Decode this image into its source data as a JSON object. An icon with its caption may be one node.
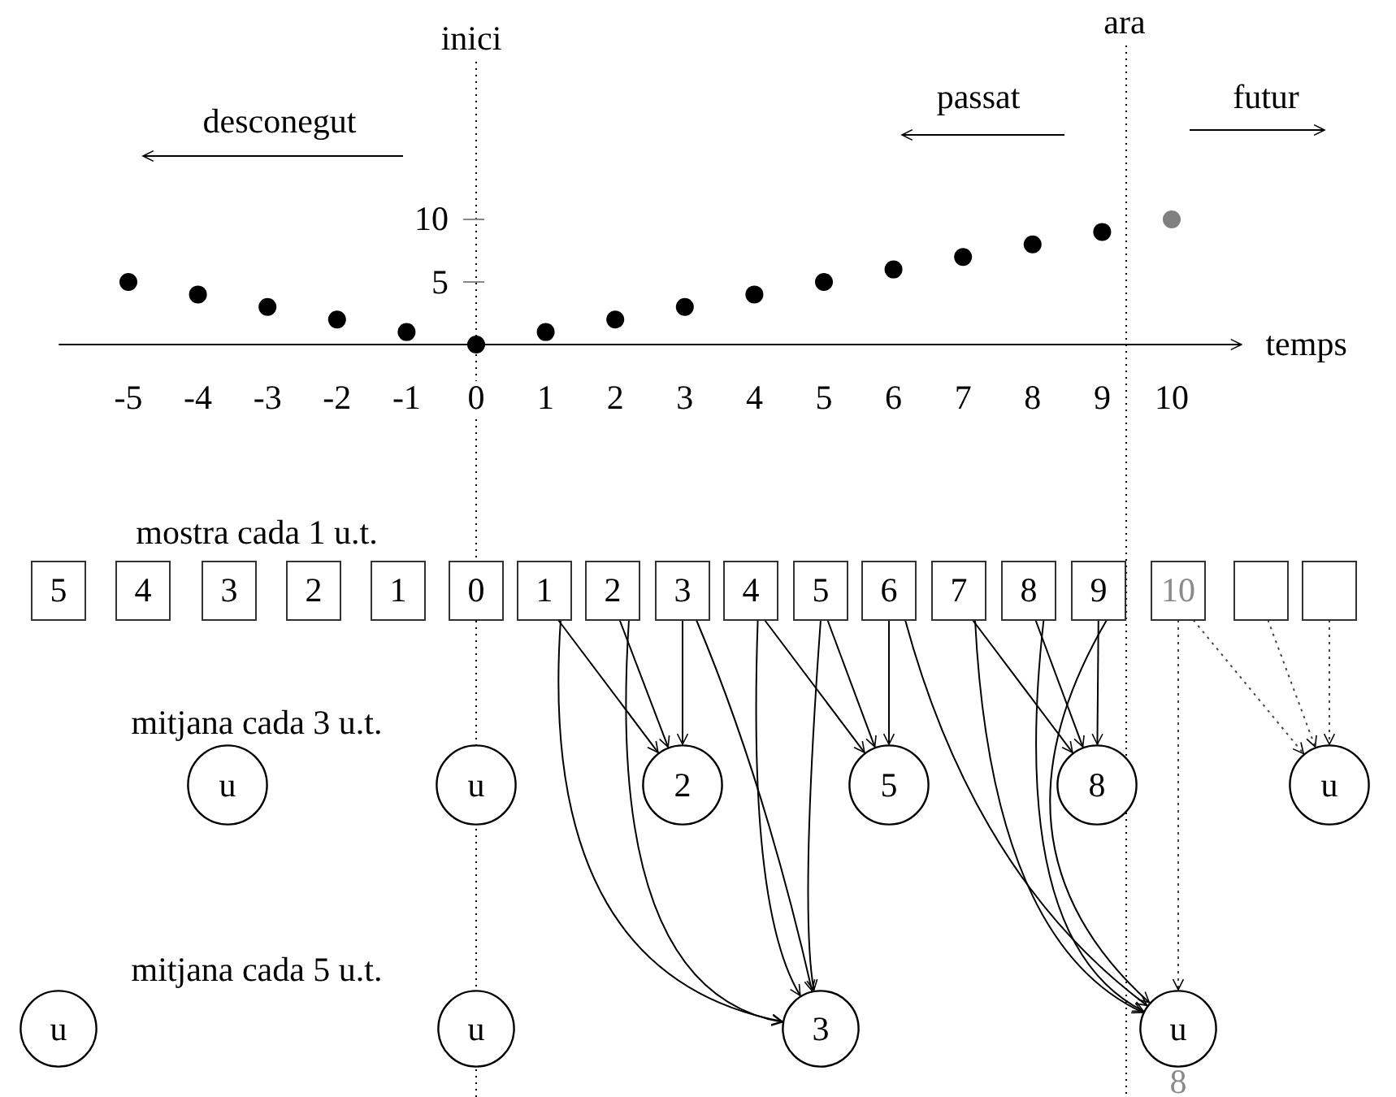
{
  "diagram": {
    "nodes": [
      {
        "text": [
          "5"
        ]
      },
      {
        "text": [
          "4"
        ]
      },
      {
        "text": [
          "3"
        ]
      },
      {
        "text": [
          "2"
        ]
      },
      {
        "text": [
          "1"
        ]
      },
      {
        "text": [
          "0"
        ]
      },
      {
        "text": [
          "1"
        ]
      },
      {
        "text": [
          "2"
        ]
      },
      {
        "text": [
          "3"
        ]
      },
      {
        "text": [
          "4"
        ]
      },
      {
        "text": [
          "5"
        ]
      },
      {
        "text": [
          "6"
        ]
      },
      {
        "text": [
          "7"
        ]
      },
      {
        "text": [
          "8"
        ]
      },
      {
        "text": [
          "9"
        ]
      },
      {
        "text": [
          "10"
        ]
      },
      {
        "text": [],
        "shape": "box"
      },
      {
        "text": [],
        "shape": "box"
      },
      {
        "text": [
          "u"
        ]
      },
      {
        "text": [
          "u"
        ]
      },
      {
        "text": [
          "2"
        ]
      },
      {
        "text": [
          "5"
        ]
      },
      {
        "text": [
          "8"
        ]
      },
      {
        "text": [
          "u"
        ]
      },
      {
        "text": [
          "u"
        ]
      },
      {
        "text": [
          "u"
        ]
      },
      {
        "text": [
          "3"
        ]
      },
      {
        "text": [
          "u"
        ],
        "beside": [
          "8"
        ]
      }
    ],
    "edges": [
      {
        "from": 6,
        "to": 20,
        "arrow": "to"
      },
      {
        "from": 7,
        "to": 20,
        "arrow": "to"
      },
      {
        "from": 8,
        "to": 20,
        "arrow": "to"
      },
      {
        "from": 9,
        "to": 21,
        "arrow": "to"
      },
      {
        "from": 10,
        "to": 21,
        "arrow": "to"
      },
      {
        "from": 11,
        "to": 21,
        "arrow": "to"
      },
      {
        "from": 12,
        "to": 22,
        "arrow": "to"
      },
      {
        "from": 13,
        "to": 22,
        "arrow": "to"
      },
      {
        "from": 14,
        "to": 22,
        "arrow": "to"
      },
      {
        "from": 6,
        "to": 26,
        "arrow": "to"
      },
      {
        "from": 7,
        "to": 26,
        "arrow": "to"
      },
      {
        "from": 8,
        "to": 26,
        "arrow": "to"
      },
      {
        "from": 9,
        "to": 26,
        "arrow": "to"
      },
      {
        "from": 10,
        "to": 26,
        "arrow": "to"
      },
      {
        "from": 11,
        "to": 27,
        "arrow": "to"
      },
      {
        "from": 12,
        "to": 27,
        "arrow": "to"
      },
      {
        "from": 13,
        "to": 27,
        "arrow": "to"
      },
      {
        "from": 14,
        "to": 27,
        "arrow": "to"
      },
      {
        "from": 15,
        "to": 27,
        "arrow": "to",
        "style": "dashed"
      },
      {
        "from": 15,
        "to": 23,
        "arrow": "to",
        "style": "dashed"
      },
      {
        "from": 16,
        "to": 23,
        "arrow": "to",
        "style": "dashed"
      },
      {
        "from": 17,
        "to": 23,
        "arrow": "to",
        "style": "dashed"
      }
    ],
    "labels": [
      "ara",
      "inici",
      "passat",
      "futur",
      "desconegut",
      "mostra cada 1 u.t.",
      "mitjana cada 3 u.t.",
      "mitjana cada 5 u.t."
    ],
    "chart_data": {
      "type": "scatter",
      "xlabel": "temps",
      "x": [
        -5,
        -4,
        -3,
        -2,
        -1,
        0,
        1,
        2,
        3,
        4,
        5,
        6,
        7,
        8,
        9,
        10
      ],
      "series": [
        {
          "color": "#000000",
          "values": [
            5,
            4,
            3,
            2,
            1,
            0,
            1,
            2,
            3,
            4,
            5,
            6,
            7,
            8,
            9,
            null
          ]
        },
        {
          "color": "#808080",
          "values": [
            null,
            null,
            null,
            null,
            null,
            null,
            null,
            null,
            null,
            null,
            null,
            null,
            null,
            null,
            null,
            10
          ]
        }
      ],
      "xticks": [
        -5,
        -4,
        -3,
        -2,
        -1,
        0,
        1,
        2,
        3,
        4,
        5,
        6,
        7,
        8,
        9,
        10
      ],
      "yticks": [
        5,
        10
      ],
      "xlim": [
        -6,
        11
      ],
      "ylim": [
        0,
        10
      ]
    }
  }
}
